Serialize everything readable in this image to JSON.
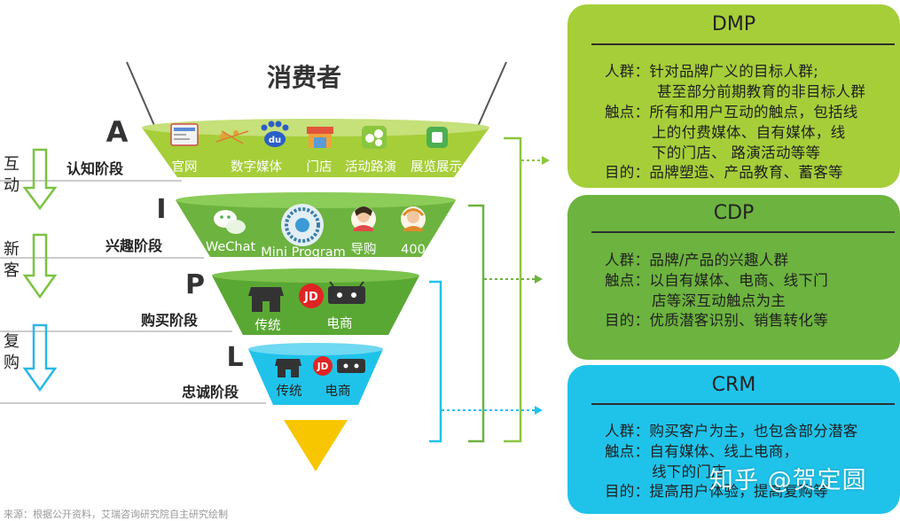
{
  "funnel": {
    "title": "消费者",
    "stages": [
      {
        "letter": "A",
        "name": "认知阶段",
        "touchpoints": [
          "官网",
          "数字媒体",
          "门店",
          "活动路演",
          "展览展示"
        ],
        "color": "#a6ce39"
      },
      {
        "letter": "I",
        "name": "兴趣阶段",
        "touchpoints": [
          "WeChat",
          "Mini Program",
          "导购",
          "400"
        ],
        "color": "#6db33f"
      },
      {
        "letter": "P",
        "name": "购买阶段",
        "touchpoints": [
          "传统",
          "电商"
        ],
        "color": "#5aa834"
      },
      {
        "letter": "L",
        "name": "忠诚阶段",
        "touchpoints": [
          "传统",
          "电商"
        ],
        "color": "#1fc3ea"
      }
    ],
    "bottom_color": "#f8c600",
    "jd_label": "JD"
  },
  "left_flows": [
    {
      "label": "互动",
      "color": "#7cc242"
    },
    {
      "label": "新客",
      "color": "#7cc242"
    },
    {
      "label": "复购",
      "color": "#2ab7e6"
    }
  ],
  "boxes": [
    {
      "title": "DMP",
      "color": "#a6ce39",
      "lines": [
        "人群：针对品牌广义的目标人群;",
        "甚至部分前期教育的非目标人群",
        "触点：所有和用户互动的触点，包括线",
        "上的付费媒体、自有媒体，线",
        "下的门店、 路演活动等等",
        "目的：品牌塑造、产品教育、蓄客等"
      ]
    },
    {
      "title": "CDP",
      "color": "#6db33f",
      "lines": [
        "人群：品牌/产品的兴趣人群",
        "触点：以自有媒体、电商、线下门",
        "店等深互动触点为主",
        "目的：优质潜客识别、销售转化等"
      ]
    },
    {
      "title": "CRM",
      "color": "#1fc3ea",
      "lines": [
        "人群：购买客户为主，也包含部分潜客",
        "触点：自有媒体、线上电商，",
        "线下的门店",
        "目的：提高用户体验，提高复购等"
      ]
    }
  ],
  "watermark": "知乎 @贺定圆",
  "source_note": "来源：根据公开资料，艾瑞咨询研究院自主研究绘制"
}
